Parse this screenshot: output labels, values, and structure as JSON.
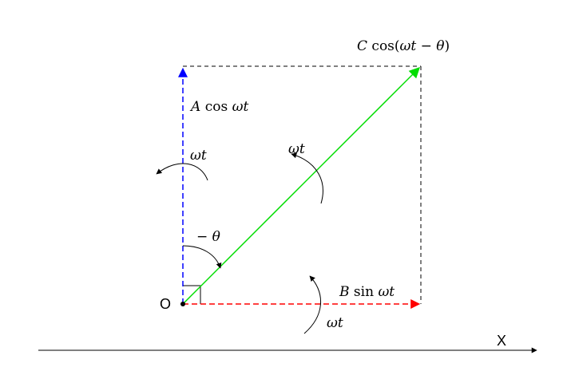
{
  "labels": {
    "c_coef": "C",
    "c_func": "cos(",
    "c_arg": "ωt − θ",
    "c_close": ")",
    "a_coef": "A",
    "a_func": "cos",
    "a_arg": "ωt",
    "b_coef": "B",
    "b_func": "sin",
    "b_arg": "ωt",
    "rot_left": "ωt",
    "rot_center": "ωt",
    "rot_bottom": "ωt",
    "minus_theta": "− θ",
    "origin": "O",
    "x_axis": "X"
  },
  "colors": {
    "blue_vector": "#0000ff",
    "red_vector": "#ff0000",
    "green_vector": "#00ee00",
    "box_dash": "#000000",
    "text": "#000000"
  }
}
